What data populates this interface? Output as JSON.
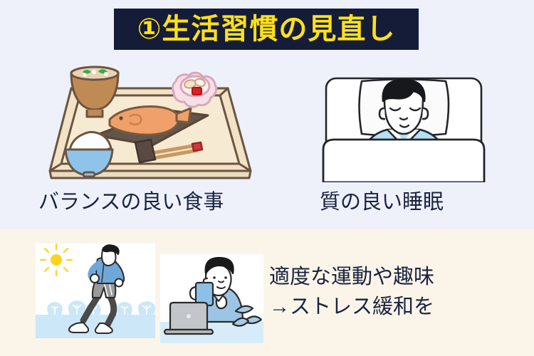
{
  "page": {
    "background_top": "#eef1fa",
    "background_bottom": "#fbf5e9",
    "accent_yellow": "#ffe01b",
    "highlight_yellow": "#ffeb00",
    "text_navy": "#1a2340",
    "banner_navy": "#141c38"
  },
  "header": {
    "banner_title": "①生活習慣の見直し"
  },
  "sections": [
    {
      "id": "balanced-diet",
      "caption": "バランスの良い食事",
      "highlighted": true,
      "illustration": "japanese-meal-tray-illustration",
      "illustration_parts": [
        "miso-soup-bowl",
        "grilled-fish-plate",
        "rice-bowl",
        "chopsticks",
        "pickles-flower-dish",
        "wooden-tray"
      ]
    },
    {
      "id": "quality-sleep",
      "caption": "質の良い睡眠",
      "highlighted": true,
      "illustration": "person-sleeping-in-bed-illustration",
      "illustration_parts": [
        "pillow",
        "sleeping-person",
        "blanket"
      ]
    }
  ],
  "bottom": {
    "line1": "適度な運動や趣味",
    "line1_highlighted": true,
    "line2": "→ストレス緩和を",
    "illustrations": [
      {
        "id": "jogging",
        "name": "person-jogging-outdoors-illustration",
        "parts": [
          "sun-icon",
          "jogging-person",
          "bushes",
          "ground"
        ]
      },
      {
        "id": "relaxing-laptop",
        "name": "person-with-laptop-and-mug-illustration",
        "parts": [
          "laptop",
          "coffee-mug",
          "seated-person",
          "plant"
        ]
      }
    ]
  }
}
